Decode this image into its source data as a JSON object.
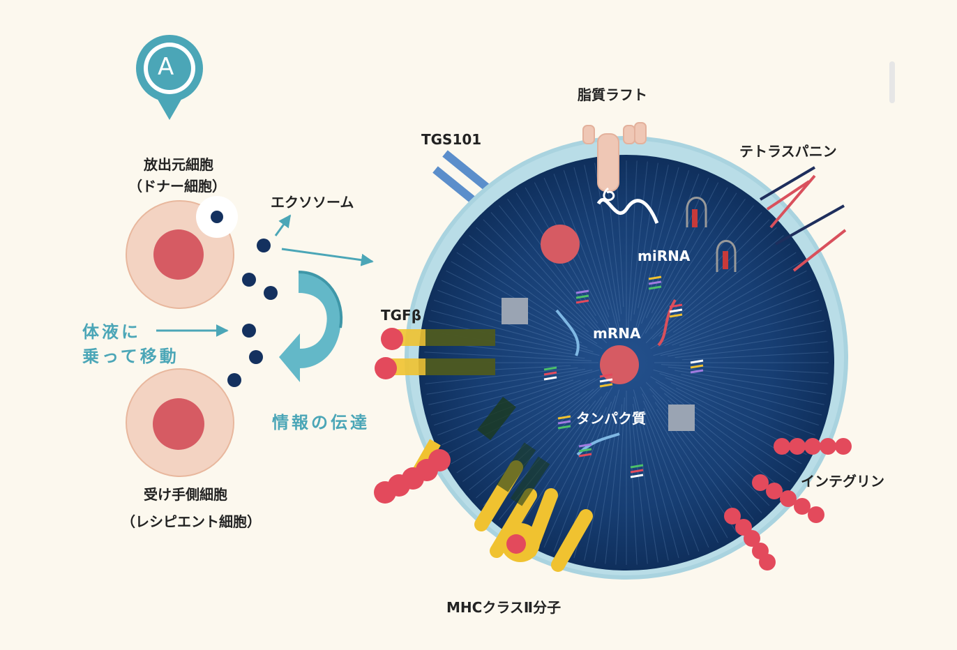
{
  "badge": {
    "letter": "A",
    "color": "#4ba6b7"
  },
  "labels": {
    "donor_cell": "放出元細胞",
    "donor_cell_sub": "（ドナー細胞）",
    "exosome": "エクソソーム",
    "body_fluid_line1": "体液に",
    "body_fluid_line2": "乗って移動",
    "info_transfer": "情報の伝達",
    "recipient_cell": "受け手側細胞",
    "recipient_cell_sub": "（レシピエント細胞）",
    "tgs101": "TGS101",
    "lipid_raft": "脂質ラフト",
    "tetraspanin": "テトラスパニン",
    "mirna": "miRNA",
    "tgfb": "TGFβ",
    "mrna": "mRNA",
    "protein": "タンパク質",
    "integrin": "インテグリン",
    "mhc": "MHCクラスⅡ分子"
  },
  "colors": {
    "background": "#fcf8ee",
    "teal": "#4ba6b7",
    "cell_body": "#f3d3c2",
    "cell_nucleus": "#d65b63",
    "exosome_dot": "#14315f",
    "exosome_core": "#183e74",
    "exosome_rim": "#a9d3df",
    "protein_square": "#9aa4b3",
    "tgfb_ligand": "#e34a5c",
    "tgfb_bar": "#f0c230",
    "integrin": "#e24a63",
    "tetraspanin_red": "#d9505c",
    "tetraspanin_navy": "#1e2e5c",
    "tgs101": "#5b8ecb"
  }
}
